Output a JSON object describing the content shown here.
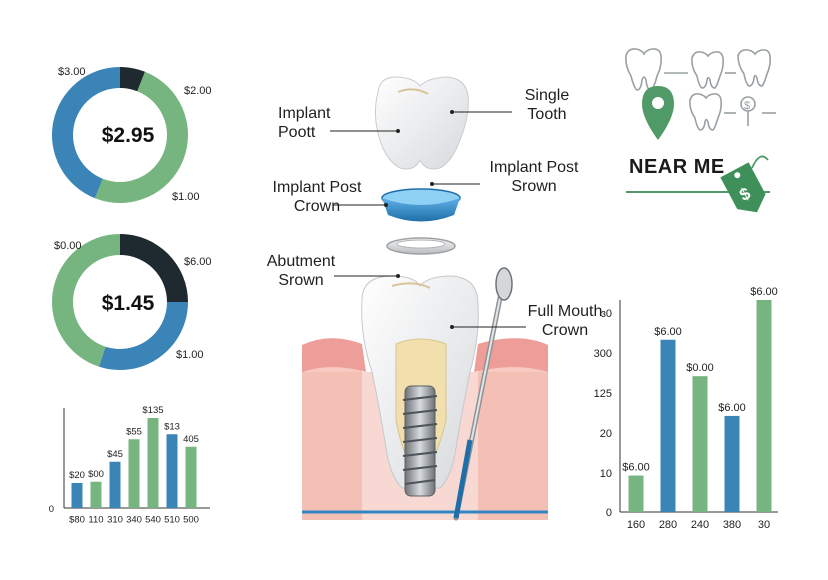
{
  "colors": {
    "blue": "#3a84b8",
    "green": "#76b57f",
    "dark": "#1f2a30",
    "gum": "#ee9e98",
    "bone": "#f7c9c0"
  },
  "diagram": {
    "labels": {
      "implant_poott": [
        "Implant",
        "Poott"
      ],
      "single_tooth": [
        "Single",
        "Tooth"
      ],
      "implant_post_crown": [
        "Implant Post",
        "Crown"
      ],
      "implant_post_srown": [
        "Implant Post",
        "Srown"
      ],
      "abutment_srown": [
        "Abutment",
        "Srown"
      ],
      "full_mouth_crown": [
        "Full Mouth",
        "Crown"
      ]
    },
    "near_me": "NEAR ME",
    "icons": [
      "tooth-icon",
      "location-pin-icon",
      "price-tag-icon",
      "dollar-icon"
    ]
  },
  "chart_data": [
    {
      "type": "pie",
      "center_label": "$2.95",
      "slice_labels": [
        "$3.00",
        "$2.00",
        "$1.00"
      ],
      "values": [
        6,
        50,
        44
      ],
      "slice_colors": [
        "#1f2a30",
        "#76b57f",
        "#3a84b8"
      ]
    },
    {
      "type": "pie",
      "center_label": "$1.45",
      "slice_labels": [
        "$0.00",
        "$6.00",
        "$1.00"
      ],
      "values": [
        25,
        30,
        45
      ],
      "slice_colors": [
        "#1f2a30",
        "#3a84b8",
        "#76b57f"
      ]
    },
    {
      "type": "bar",
      "categories": [
        "$80",
        "110",
        "310",
        "340",
        "540",
        "510",
        "500"
      ],
      "values": [
        20,
        21,
        37,
        55,
        72,
        59,
        49
      ],
      "data_labels": [
        "$20",
        "$00",
        "$45",
        "$55",
        "$135",
        "$13",
        "405"
      ],
      "bar_colors": [
        "#3a84b8",
        "#76b57f",
        "#3a84b8",
        "#76b57f",
        "#76b57f",
        "#3a84b8",
        "#76b57f"
      ],
      "ytick": "0",
      "ylim": [
        0,
        80
      ]
    },
    {
      "type": "bar",
      "categories": [
        "160",
        "280",
        "240",
        "380",
        "30"
      ],
      "values": [
        11,
        52,
        41,
        29,
        64
      ],
      "data_labels": [
        "$6.00",
        "$6.00",
        "$0.00",
        "$6.00",
        "$6.00"
      ],
      "bar_colors": [
        "#76b57f",
        "#3a84b8",
        "#76b57f",
        "#3a84b8",
        "#76b57f"
      ],
      "yticks": [
        "0",
        "10",
        "20",
        "125",
        "300",
        "ɜ0"
      ],
      "ylim": [
        0,
        64
      ]
    }
  ]
}
